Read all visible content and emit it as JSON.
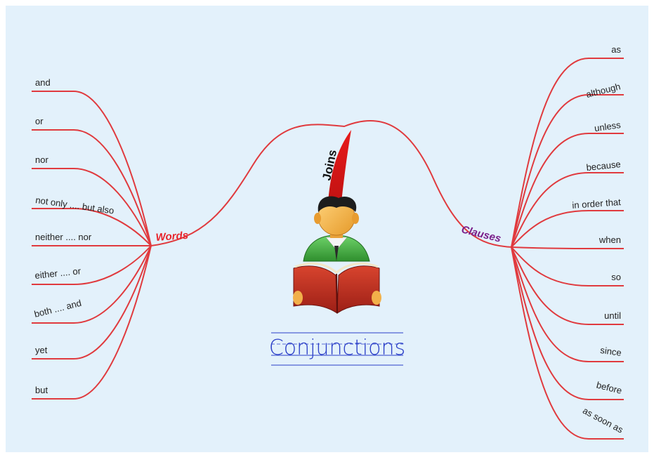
{
  "diagram": {
    "center_branch": "Joins",
    "title": "Conjunctions",
    "left_hub": {
      "label": "Words",
      "items": [
        "and",
        "or",
        "nor",
        "not only .... but also",
        "neither .... nor",
        "either .... or",
        "both .... and",
        "yet",
        "but"
      ]
    },
    "right_hub": {
      "label": "Clauses",
      "items": [
        "as",
        "although",
        "unless",
        "because",
        "in order that",
        "when",
        "so",
        "until",
        "since",
        "before",
        "as soon as"
      ]
    }
  },
  "colors": {
    "background": "#e3f1fb",
    "branch": "#e03a3e",
    "words_label": "#e8242b",
    "clauses_label": "#7a1f8a",
    "title": "#2b3fc8"
  },
  "icons": [
    "reader-figure-icon",
    "open-book-icon"
  ]
}
